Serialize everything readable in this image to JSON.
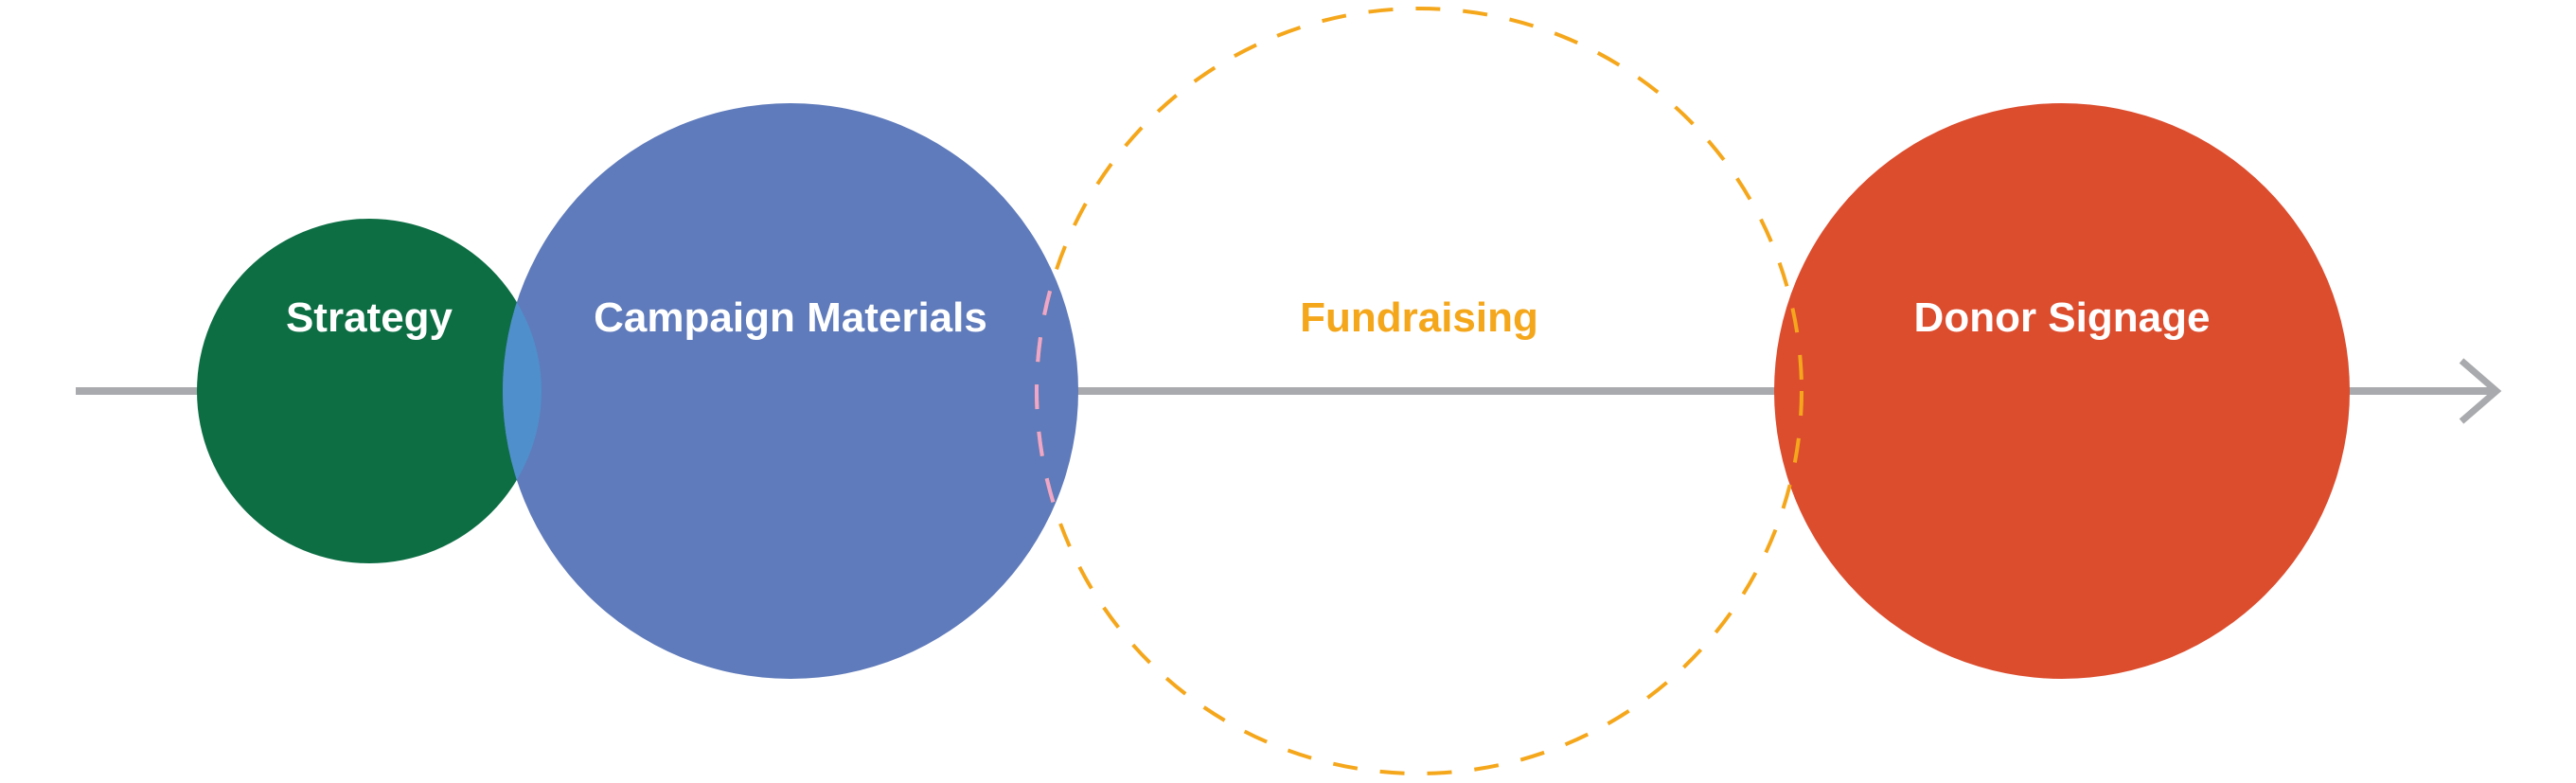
{
  "stages": [
    {
      "label": "Strategy",
      "color": "#0d6e44",
      "text_color": "#ffffff"
    },
    {
      "label": "Campaign Materials",
      "color": "#5f7bbb",
      "text_color": "#ffffff"
    },
    {
      "label": "Fundraising",
      "color": "#f5a71c",
      "text_color": "#f5a71c"
    },
    {
      "label": "Donor Signage",
      "color": "#dc4d2e",
      "text_color": "#ffffff"
    }
  ],
  "overlap_color": "#4f8fcc",
  "dash_overlap_color": "#efa6c9",
  "arrow_color": "#a9aaad"
}
